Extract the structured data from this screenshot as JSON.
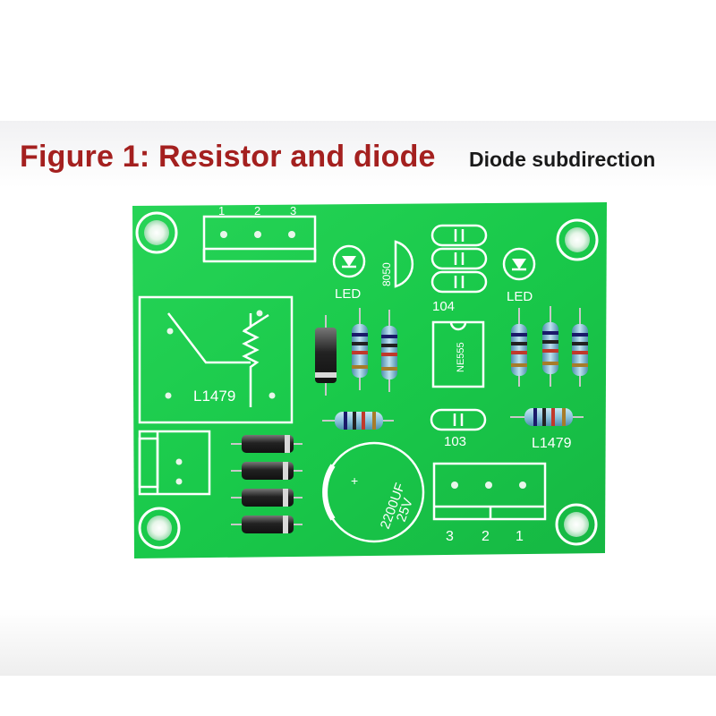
{
  "caption": {
    "figure_title": "Figure 1: Resistor and diode",
    "side_label": "Diode subdirection"
  },
  "board": {
    "connector_top_pins": [
      "1",
      "2",
      "3"
    ],
    "connector_bottom_pins": [
      "3",
      "2",
      "1"
    ],
    "led_left_label": "LED",
    "led_right_label": "LED",
    "transistor_label": "8050",
    "capacitor_top_label": "104",
    "capacitor_bottom_label": "103",
    "ic_label": "NE555",
    "inductor_left_label": "L1479",
    "inductor_right_label": "L1479",
    "electrolytic_label_line1": "2200UF",
    "electrolytic_label_line2": "25V",
    "electrolytic_polarity": "+"
  },
  "colors": {
    "pcb_green": "#19c94a",
    "silkscreen": "#ffffff",
    "title_red": "#a4201f"
  }
}
